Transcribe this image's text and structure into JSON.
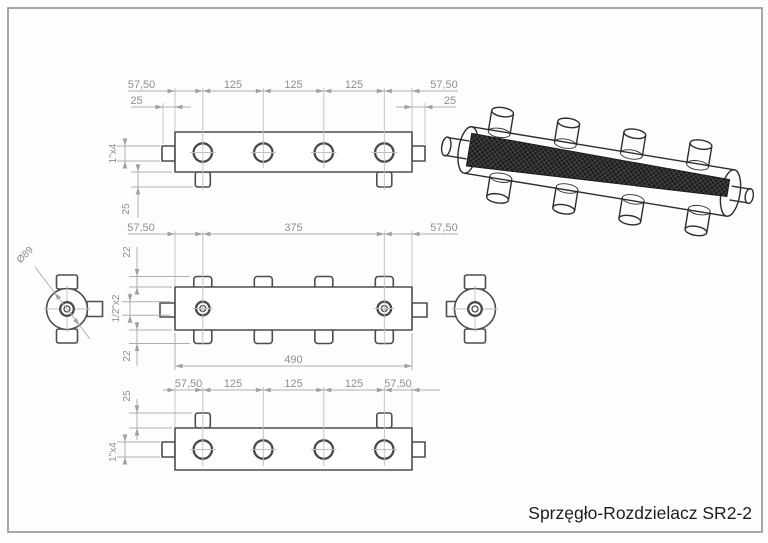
{
  "page": {
    "title": "Sprzęgło-Rozdzielacz SR2-2"
  },
  "colors": {
    "outline": "#4b4d4f",
    "dimension_lines": "#abaeb3",
    "dimension_text": "#8b9095",
    "iso_wireframe": "#2d2d30",
    "mesh_fill": "#1c1c1e",
    "frame": "#9b9da0"
  },
  "views": {
    "top": {
      "chain": [
        "57,50",
        "125",
        "125",
        "125",
        "57,50"
      ],
      "stub_left": "25",
      "stub_right": "25",
      "port_size": "1\"x4",
      "tab_drop": "25"
    },
    "middle": {
      "left": "57,50",
      "span": "375",
      "right": "57,50",
      "tab_top": "22",
      "port_size": "1/2\"x2",
      "tab_bottom": "22",
      "overall": "490"
    },
    "left_end": {
      "diameter": "Ø89"
    },
    "bottom": {
      "chain": [
        "57,50",
        "125",
        "125",
        "125",
        "57,50"
      ],
      "tab": "25",
      "port_size": "1\"x4"
    }
  }
}
